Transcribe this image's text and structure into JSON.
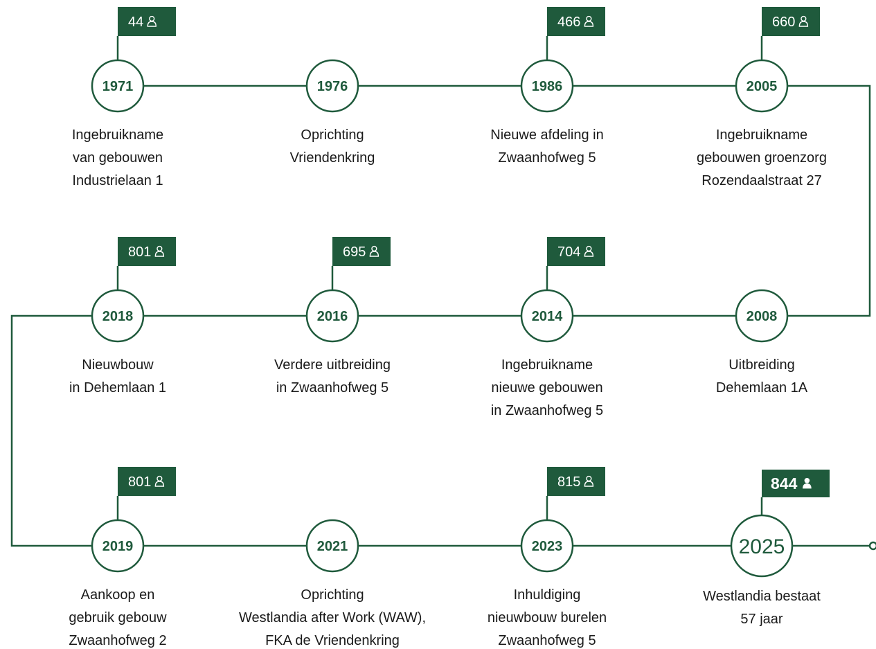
{
  "colors": {
    "accent": "#1f5a3c",
    "text": "#1a1a1a",
    "background": "#ffffff"
  },
  "icons": {
    "person_outline": "person-outline-icon",
    "person_filled": "person-filled-icon"
  },
  "milestones": [
    {
      "year": "1971",
      "count": "44",
      "lines": [
        "Ingebruikname",
        "van gebouwen",
        "Industrielaan 1"
      ]
    },
    {
      "year": "1976",
      "count": "",
      "lines": [
        "Oprichting",
        "Vriendenkring"
      ]
    },
    {
      "year": "1986",
      "count": "466",
      "lines": [
        "Nieuwe afdeling in",
        "Zwaanhofweg 5"
      ]
    },
    {
      "year": "2005",
      "count": "660",
      "lines": [
        "Ingebruikname",
        "gebouwen groenzorg",
        "Rozendaalstraat 27"
      ]
    },
    {
      "year": "2008",
      "count": "",
      "lines": [
        "Uitbreiding",
        "Dehemlaan 1A"
      ]
    },
    {
      "year": "2014",
      "count": "704",
      "lines": [
        "Ingebruikname",
        "nieuwe gebouwen",
        "in Zwaanhofweg 5"
      ]
    },
    {
      "year": "2016",
      "count": "695",
      "lines": [
        "Verdere uitbreiding",
        "in Zwaanhofweg 5"
      ]
    },
    {
      "year": "2018",
      "count": "801",
      "lines": [
        "Nieuwbouw",
        "in Dehemlaan 1"
      ]
    },
    {
      "year": "2019",
      "count": "801",
      "lines": [
        "Aankoop en",
        "gebruik gebouw",
        "Zwaanhofweg 2"
      ]
    },
    {
      "year": "2021",
      "count": "",
      "lines": [
        "Oprichting",
        "Westlandia after Work (WAW),",
        "FKA de Vriendenkring"
      ]
    },
    {
      "year": "2023",
      "count": "815",
      "lines": [
        "Inhuldiging",
        "nieuwbouw burelen",
        "Zwaanhofweg 5"
      ]
    },
    {
      "year": "2025",
      "count": "844",
      "lines": [
        "Westlandia bestaat",
        "57 jaar"
      ],
      "highlight": true
    }
  ]
}
